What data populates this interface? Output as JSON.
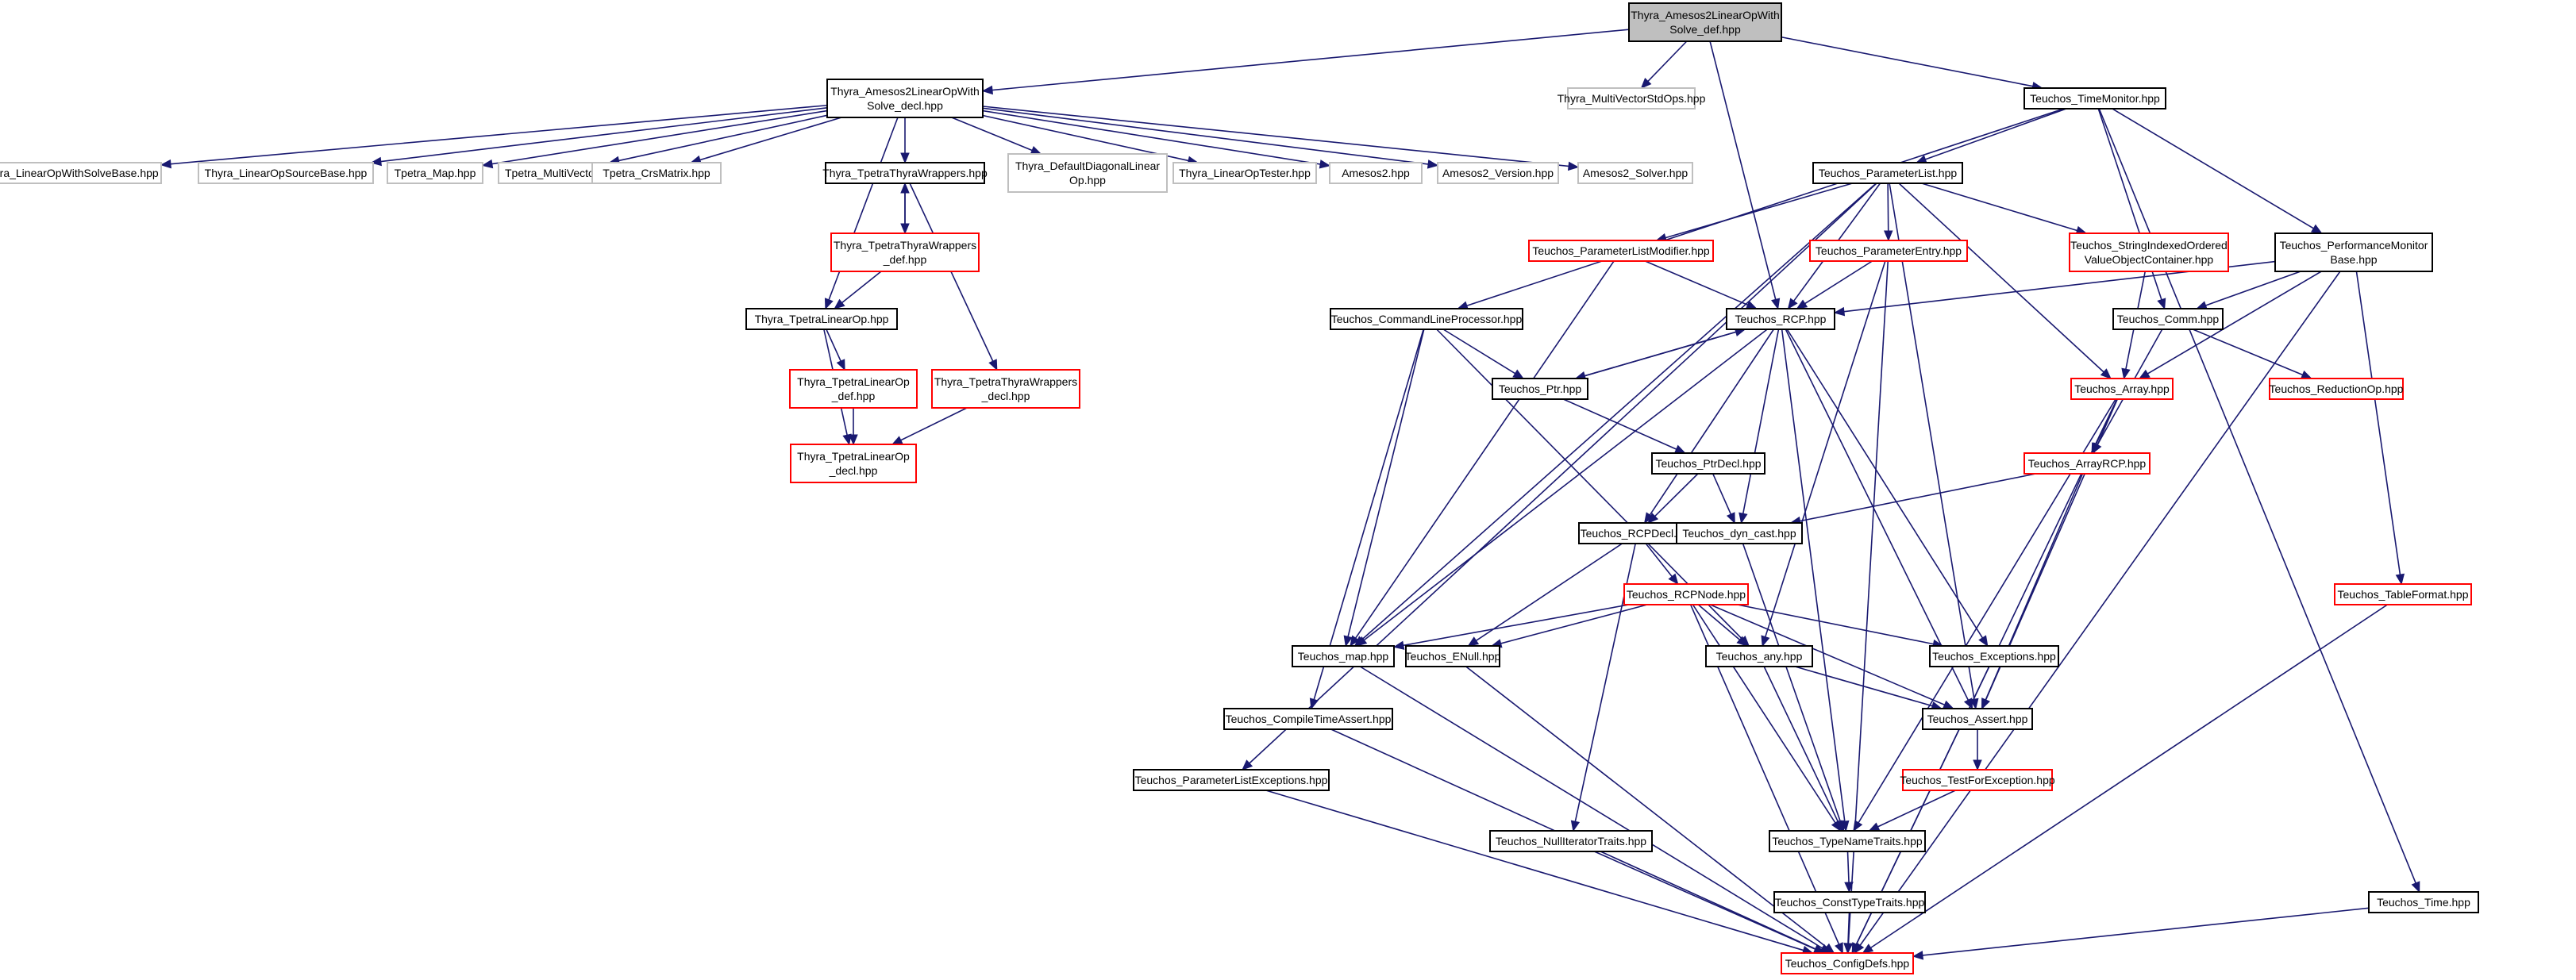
{
  "colors": {
    "edge": "#191970",
    "root_fill": "#bfbfbf",
    "root_border": "#000000",
    "normal_border": "#000000",
    "truncated_border": "#ff0000",
    "external_border": "#bfbfbf",
    "node_fill": "#ffffff"
  },
  "nodes": [
    {
      "id": "root",
      "lines": [
        "Thyra_Amesos2LinearOpWith",
        "Solve_def.hpp"
      ],
      "kind": "root"
    },
    {
      "id": "decl",
      "lines": [
        "Thyra_Amesos2LinearOpWith",
        "Solve_decl.hpp"
      ],
      "kind": "normal"
    },
    {
      "id": "mvso",
      "lines": [
        "Thyra_MultiVectorStdOps.hpp"
      ],
      "kind": "external"
    },
    {
      "id": "tmon",
      "lines": [
        "Teuchos_TimeMonitor.hpp"
      ],
      "kind": "normal"
    },
    {
      "id": "lows",
      "lines": [
        "Thyra_LinearOpWithSolveBase.hpp"
      ],
      "kind": "external"
    },
    {
      "id": "lopsrc",
      "lines": [
        "Thyra_LinearOpSourceBase.hpp"
      ],
      "kind": "external"
    },
    {
      "id": "tmap",
      "lines": [
        "Tpetra_Map.hpp"
      ],
      "kind": "external"
    },
    {
      "id": "tmv",
      "lines": [
        "Tpetra_MultiVector.hpp"
      ],
      "kind": "external"
    },
    {
      "id": "tcrs",
      "lines": [
        "Tpetra_CrsMatrix.hpp"
      ],
      "kind": "external"
    },
    {
      "id": "ttw",
      "lines": [
        "Thyra_TpetraThyraWrappers.hpp"
      ],
      "kind": "normal"
    },
    {
      "id": "ddl",
      "lines": [
        "Thyra_DefaultDiagonalLinear",
        "Op.hpp"
      ],
      "kind": "external"
    },
    {
      "id": "lotest",
      "lines": [
        "Thyra_LinearOpTester.hpp"
      ],
      "kind": "external"
    },
    {
      "id": "am2",
      "lines": [
        "Amesos2.hpp"
      ],
      "kind": "external"
    },
    {
      "id": "am2v",
      "lines": [
        "Amesos2_Version.hpp"
      ],
      "kind": "external"
    },
    {
      "id": "am2s",
      "lines": [
        "Amesos2_Solver.hpp"
      ],
      "kind": "external"
    },
    {
      "id": "plist",
      "lines": [
        "Teuchos_ParameterList.hpp"
      ],
      "kind": "normal"
    },
    {
      "id": "ttwdef",
      "lines": [
        "Thyra_TpetraThyraWrappers",
        "_def.hpp"
      ],
      "kind": "truncated"
    },
    {
      "id": "tlo",
      "lines": [
        "Thyra_TpetraLinearOp.hpp"
      ],
      "kind": "normal"
    },
    {
      "id": "tlodef",
      "lines": [
        "Thyra_TpetraLinearOp",
        "_def.hpp"
      ],
      "kind": "truncated"
    },
    {
      "id": "ttwdecl",
      "lines": [
        "Thyra_TpetraThyraWrappers",
        "_decl.hpp"
      ],
      "kind": "truncated"
    },
    {
      "id": "tlodecl",
      "lines": [
        "Thyra_TpetraLinearOp",
        "_decl.hpp"
      ],
      "kind": "truncated"
    },
    {
      "id": "plmod",
      "lines": [
        "Teuchos_ParameterListModifier.hpp"
      ],
      "kind": "truncated"
    },
    {
      "id": "pentry",
      "lines": [
        "Teuchos_ParameterEntry.hpp"
      ],
      "kind": "truncated"
    },
    {
      "id": "siovoc",
      "lines": [
        "Teuchos_StringIndexedOrdered",
        "ValueObjectContainer.hpp"
      ],
      "kind": "truncated"
    },
    {
      "id": "perfmon",
      "lines": [
        "Teuchos_PerformanceMonitor",
        "Base.hpp"
      ],
      "kind": "normal"
    },
    {
      "id": "clp",
      "lines": [
        "Teuchos_CommandLineProcessor.hpp"
      ],
      "kind": "normal"
    },
    {
      "id": "rcp",
      "lines": [
        "Teuchos_RCP.hpp"
      ],
      "kind": "normal"
    },
    {
      "id": "comm",
      "lines": [
        "Teuchos_Comm.hpp"
      ],
      "kind": "normal"
    },
    {
      "id": "ptr",
      "lines": [
        "Teuchos_Ptr.hpp"
      ],
      "kind": "normal"
    },
    {
      "id": "array",
      "lines": [
        "Teuchos_Array.hpp"
      ],
      "kind": "truncated"
    },
    {
      "id": "redop",
      "lines": [
        "Teuchos_ReductionOp.hpp"
      ],
      "kind": "truncated"
    },
    {
      "id": "ptrdecl",
      "lines": [
        "Teuchos_PtrDecl.hpp"
      ],
      "kind": "normal"
    },
    {
      "id": "arcp",
      "lines": [
        "Teuchos_ArrayRCP.hpp"
      ],
      "kind": "truncated"
    },
    {
      "id": "rcpdecl",
      "lines": [
        "Teuchos_RCPDecl.hpp"
      ],
      "kind": "normal"
    },
    {
      "id": "dyncast",
      "lines": [
        "Teuchos_dyn_cast.hpp"
      ],
      "kind": "normal"
    },
    {
      "id": "rcpnode",
      "lines": [
        "Teuchos_RCPNode.hpp"
      ],
      "kind": "truncated"
    },
    {
      "id": "tblfmt",
      "lines": [
        "Teuchos_TableFormat.hpp"
      ],
      "kind": "truncated"
    },
    {
      "id": "map",
      "lines": [
        "Teuchos_map.hpp"
      ],
      "kind": "normal"
    },
    {
      "id": "enull",
      "lines": [
        "Teuchos_ENull.hpp"
      ],
      "kind": "normal"
    },
    {
      "id": "any",
      "lines": [
        "Teuchos_any.hpp"
      ],
      "kind": "normal"
    },
    {
      "id": "exc",
      "lines": [
        "Teuchos_Exceptions.hpp"
      ],
      "kind": "normal"
    },
    {
      "id": "cta",
      "lines": [
        "Teuchos_CompileTimeAssert.hpp"
      ],
      "kind": "normal"
    },
    {
      "id": "assert",
      "lines": [
        "Teuchos_Assert.hpp"
      ],
      "kind": "normal"
    },
    {
      "id": "tfe",
      "lines": [
        "Teuchos_TestForException.hpp"
      ],
      "kind": "truncated"
    },
    {
      "id": "plexc",
      "lines": [
        "Teuchos_ParameterListExceptions.hpp"
      ],
      "kind": "normal"
    },
    {
      "id": "nullit",
      "lines": [
        "Teuchos_NullIteratorTraits.hpp"
      ],
      "kind": "normal"
    },
    {
      "id": "tnt",
      "lines": [
        "Teuchos_TypeNameTraits.hpp"
      ],
      "kind": "normal"
    },
    {
      "id": "ctt",
      "lines": [
        "Teuchos_ConstTypeTraits.hpp"
      ],
      "kind": "normal"
    },
    {
      "id": "time",
      "lines": [
        "Teuchos_Time.hpp"
      ],
      "kind": "normal"
    },
    {
      "id": "cfg",
      "lines": [
        "Teuchos_ConfigDefs.hpp"
      ],
      "kind": "truncated"
    }
  ],
  "edges": [
    [
      "root",
      "decl"
    ],
    [
      "root",
      "mvso"
    ],
    [
      "root",
      "tmon"
    ],
    [
      "root",
      "rcp"
    ],
    [
      "decl",
      "lows"
    ],
    [
      "decl",
      "lopsrc"
    ],
    [
      "decl",
      "tmap"
    ],
    [
      "decl",
      "tmv"
    ],
    [
      "decl",
      "tcrs"
    ],
    [
      "decl",
      "ttw"
    ],
    [
      "decl",
      "ddl"
    ],
    [
      "decl",
      "lotest"
    ],
    [
      "decl",
      "am2"
    ],
    [
      "decl",
      "am2v"
    ],
    [
      "decl",
      "am2s"
    ],
    [
      "decl",
      "tlo"
    ],
    [
      "ttw",
      "ttwdef"
    ],
    [
      "ttwdef",
      "ttw"
    ],
    [
      "ttw",
      "ttwdecl"
    ],
    [
      "ttwdef",
      "tlo"
    ],
    [
      "tlo",
      "tlodef"
    ],
    [
      "tlo",
      "tlodecl"
    ],
    [
      "tlodef",
      "tlodecl"
    ],
    [
      "ttwdecl",
      "tlodecl"
    ],
    [
      "tmon",
      "plist"
    ],
    [
      "tmon",
      "clp"
    ],
    [
      "tmon",
      "comm"
    ],
    [
      "tmon",
      "perfmon"
    ],
    [
      "tmon",
      "time"
    ],
    [
      "plist",
      "plmod"
    ],
    [
      "plist",
      "pentry"
    ],
    [
      "plist",
      "siovoc"
    ],
    [
      "plist",
      "rcp"
    ],
    [
      "plist",
      "array"
    ],
    [
      "plist",
      "map"
    ],
    [
      "plist",
      "plexc"
    ],
    [
      "plist",
      "assert"
    ],
    [
      "plmod",
      "rcp"
    ],
    [
      "plmod",
      "map"
    ],
    [
      "pentry",
      "rcp"
    ],
    [
      "pentry",
      "any"
    ],
    [
      "pentry",
      "cfg"
    ],
    [
      "siovoc",
      "array"
    ],
    [
      "perfmon",
      "rcp"
    ],
    [
      "perfmon",
      "comm"
    ],
    [
      "perfmon",
      "array"
    ],
    [
      "perfmon",
      "tblfmt"
    ],
    [
      "perfmon",
      "cfg"
    ],
    [
      "clp",
      "ptr"
    ],
    [
      "clp",
      "map"
    ],
    [
      "clp",
      "cta"
    ],
    [
      "clp",
      "any"
    ],
    [
      "rcp",
      "ptr"
    ],
    [
      "ptr",
      "rcp"
    ],
    [
      "rcp",
      "rcpdecl"
    ],
    [
      "rcp",
      "dyncast"
    ],
    [
      "rcp",
      "exc"
    ],
    [
      "rcp",
      "assert"
    ],
    [
      "rcp",
      "tnt"
    ],
    [
      "rcp",
      "map"
    ],
    [
      "comm",
      "redop"
    ],
    [
      "comm",
      "arcp"
    ],
    [
      "array",
      "arcp"
    ],
    [
      "array",
      "assert"
    ],
    [
      "array",
      "tnt"
    ],
    [
      "array",
      "cfg"
    ],
    [
      "ptr",
      "ptrdecl"
    ],
    [
      "ptrdecl",
      "rcpdecl"
    ],
    [
      "ptrdecl",
      "dyncast"
    ],
    [
      "arcp",
      "dyncast"
    ],
    [
      "arcp",
      "assert"
    ],
    [
      "rcpdecl",
      "rcpnode"
    ],
    [
      "rcpdecl",
      "enull"
    ],
    [
      "rcpdecl",
      "nullit"
    ],
    [
      "dyncast",
      "tnt"
    ],
    [
      "rcpnode",
      "map"
    ],
    [
      "rcpnode",
      "enull"
    ],
    [
      "rcpnode",
      "any"
    ],
    [
      "rcpnode",
      "exc"
    ],
    [
      "rcpnode",
      "assert"
    ],
    [
      "rcpnode",
      "tnt"
    ],
    [
      "rcpnode",
      "cfg"
    ],
    [
      "map",
      "cfg"
    ],
    [
      "enull",
      "cfg"
    ],
    [
      "any",
      "assert"
    ],
    [
      "any",
      "tnt"
    ],
    [
      "exc",
      "cfg"
    ],
    [
      "cta",
      "cfg"
    ],
    [
      "assert",
      "tfe"
    ],
    [
      "tfe",
      "tnt"
    ],
    [
      "plexc",
      "cfg"
    ],
    [
      "nullit",
      "cfg"
    ],
    [
      "tnt",
      "ctt"
    ],
    [
      "ctt",
      "cfg"
    ],
    [
      "tblfmt",
      "cfg"
    ],
    [
      "time",
      "cfg"
    ]
  ]
}
